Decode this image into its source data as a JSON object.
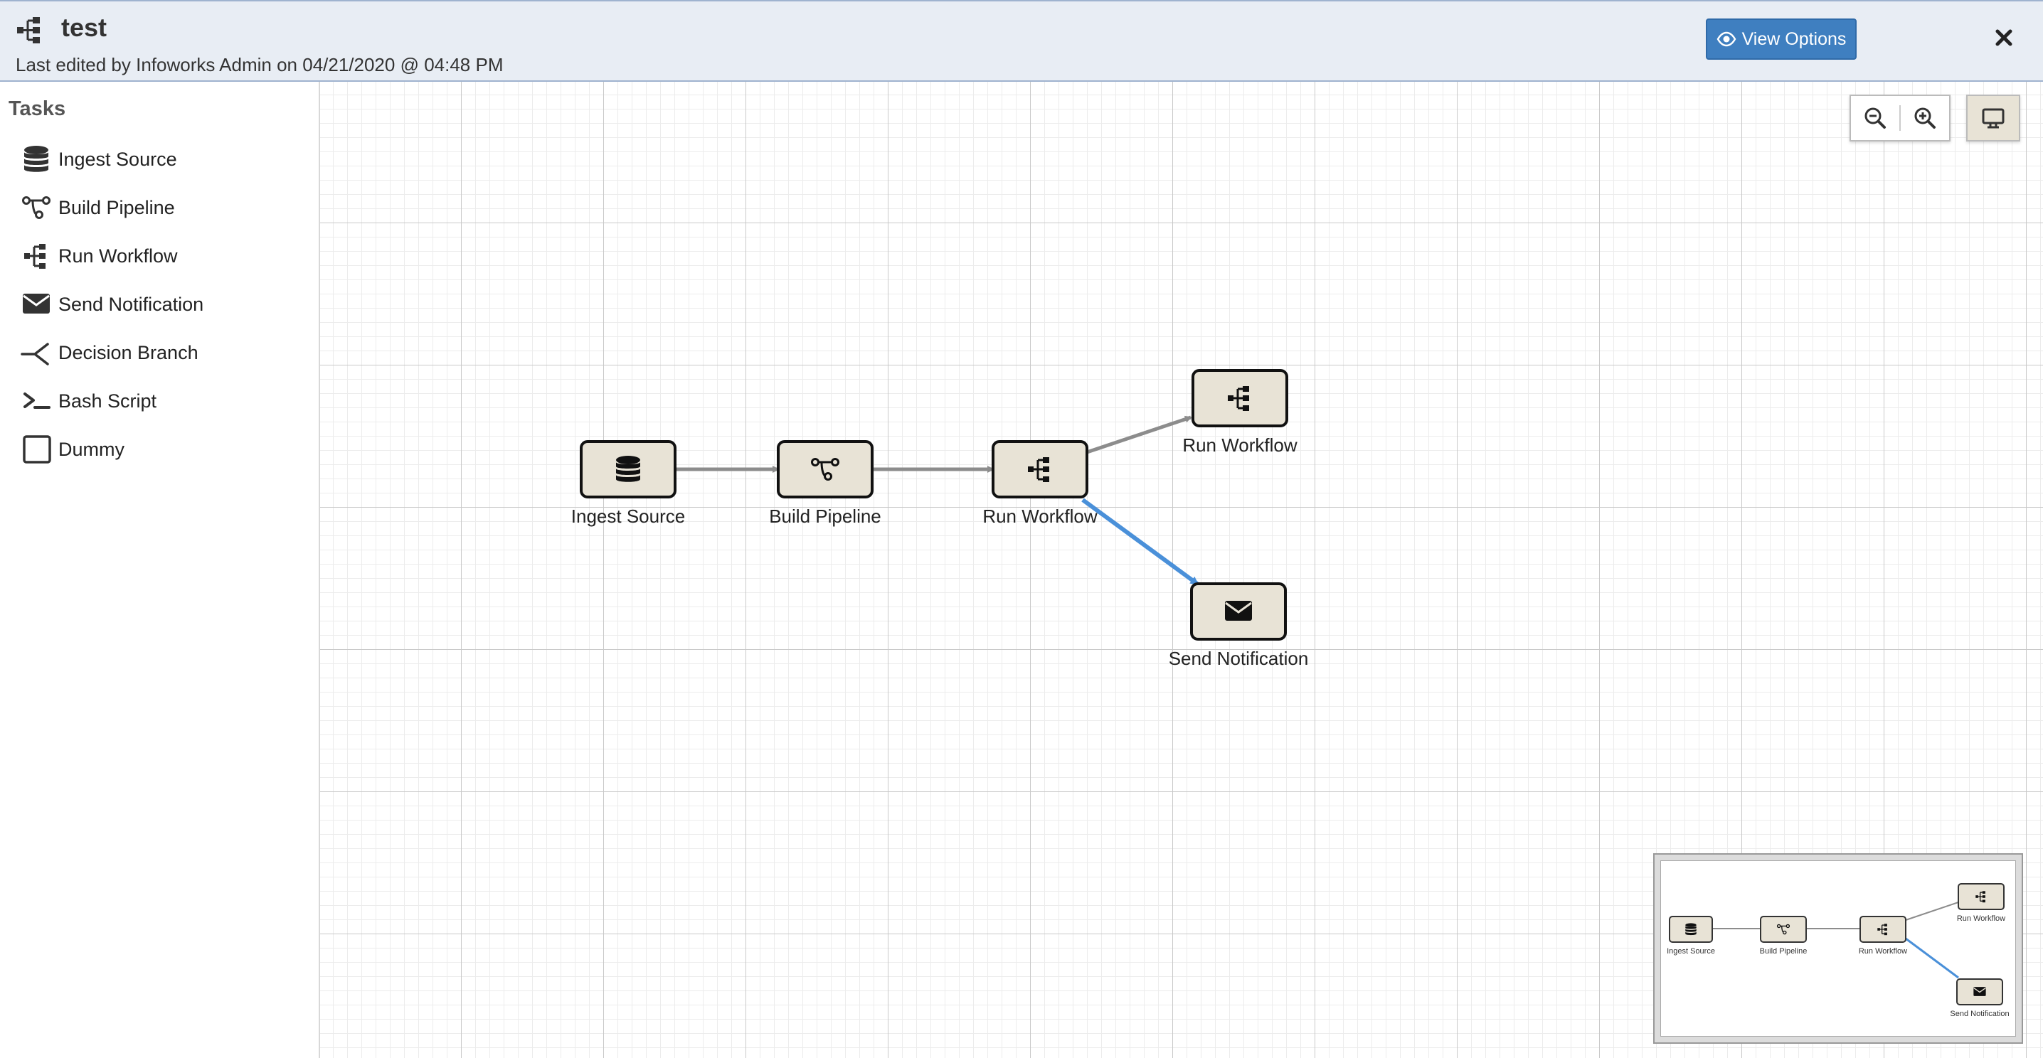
{
  "header": {
    "title": "test",
    "title_icon": "sitemap-icon",
    "subtitle": "Last edited by Infoworks Admin on 04/21/2020 @ 04:48 PM",
    "view_options_label": "View Options",
    "view_options_icon": "eye-icon",
    "close_icon": "close-icon"
  },
  "sidebar": {
    "heading": "Tasks",
    "items": [
      {
        "label": "Ingest Source",
        "icon": "database-icon"
      },
      {
        "label": "Build Pipeline",
        "icon": "pipeline-icon"
      },
      {
        "label": "Run Workflow",
        "icon": "sitemap-icon"
      },
      {
        "label": "Send Notification",
        "icon": "envelope-icon"
      },
      {
        "label": "Decision Branch",
        "icon": "branch-icon"
      },
      {
        "label": "Bash Script",
        "icon": "terminal-icon"
      },
      {
        "label": "Dummy",
        "icon": "square-icon"
      }
    ]
  },
  "toolbar": {
    "zoom_out_icon": "zoom-out-icon",
    "zoom_in_icon": "zoom-in-icon",
    "screen_icon": "desktop-icon"
  },
  "workflow": {
    "nodes": [
      {
        "id": "n1",
        "label": "Ingest Source",
        "icon": "database-icon"
      },
      {
        "id": "n2",
        "label": "Build Pipeline",
        "icon": "pipeline-icon"
      },
      {
        "id": "n3",
        "label": "Run Workflow",
        "icon": "sitemap-icon"
      },
      {
        "id": "n4",
        "label": "Run Workflow",
        "icon": "sitemap-icon"
      },
      {
        "id": "n5",
        "label": "Send Notification",
        "icon": "envelope-icon"
      }
    ],
    "edges": [
      {
        "from": "n1",
        "to": "n2",
        "color": "#8c8c8c"
      },
      {
        "from": "n2",
        "to": "n3",
        "color": "#8c8c8c"
      },
      {
        "from": "n3",
        "to": "n4",
        "color": "#8c8c8c"
      },
      {
        "from": "n3",
        "to": "n5",
        "color": "#4a90d9"
      }
    ]
  },
  "colors": {
    "header_bg": "#e8edf4",
    "accent": "#3f7fc0",
    "node_fill": "#e8e3d6",
    "edge_default": "#8c8c8c",
    "edge_selected": "#4a90d9"
  }
}
